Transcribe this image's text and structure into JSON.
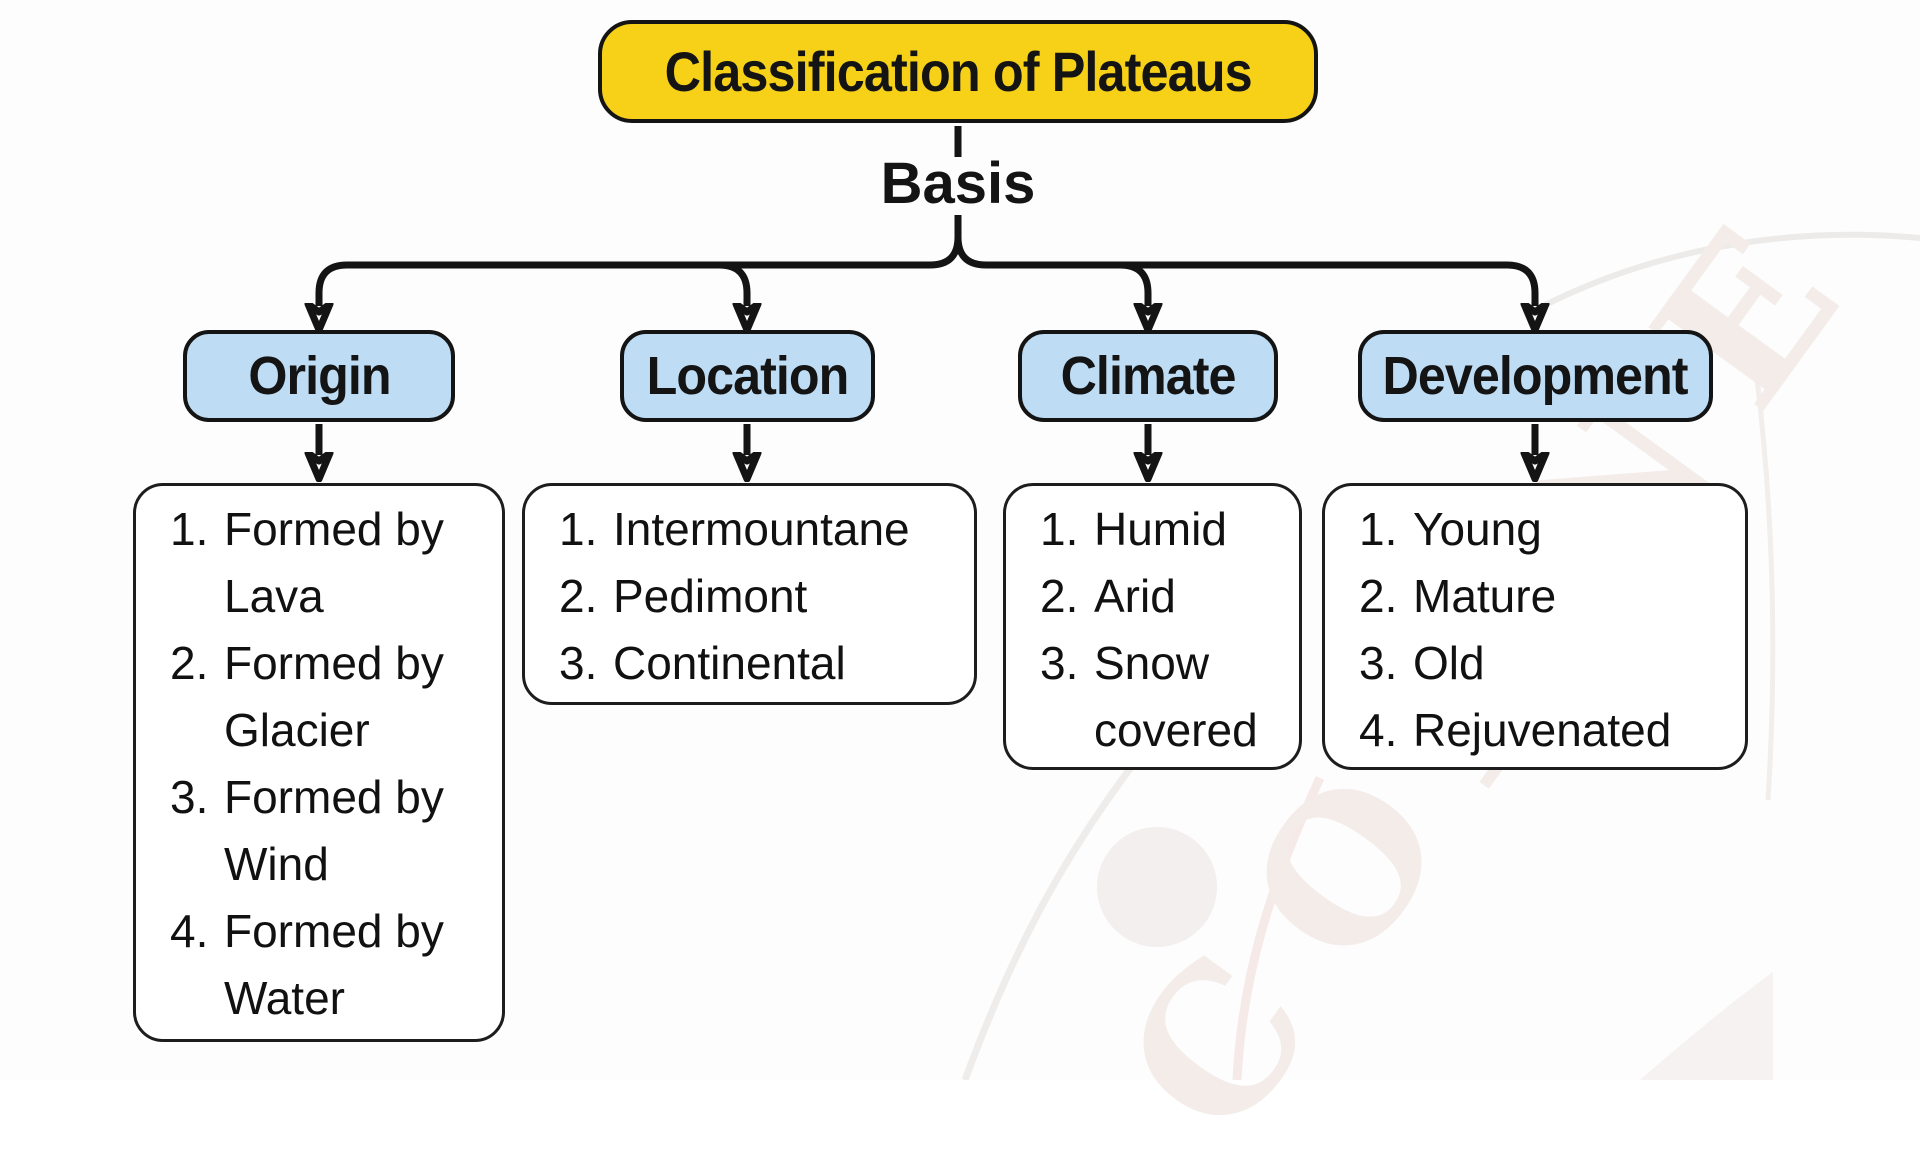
{
  "title": "Classification of Plateaus",
  "basis_label": "Basis",
  "watermark_text": "CONNE",
  "colors": {
    "title_bg": "#F6D118",
    "category_bg": "#BEDDF5",
    "line": "#141414",
    "background": "#FDFDFD"
  },
  "categories": [
    {
      "label": "Origin",
      "items": [
        "Formed by Lava",
        "Formed by Glacier",
        "Formed by Wind",
        "Formed by Water"
      ]
    },
    {
      "label": "Location",
      "items": [
        "Intermountane",
        "Pedimont",
        "Continental"
      ]
    },
    {
      "label": "Climate",
      "items": [
        "Humid",
        "Arid",
        "Snow covered"
      ]
    },
    {
      "label": "Development",
      "items": [
        "Young",
        "Mature",
        "Old",
        "Rejuvenated"
      ]
    }
  ]
}
